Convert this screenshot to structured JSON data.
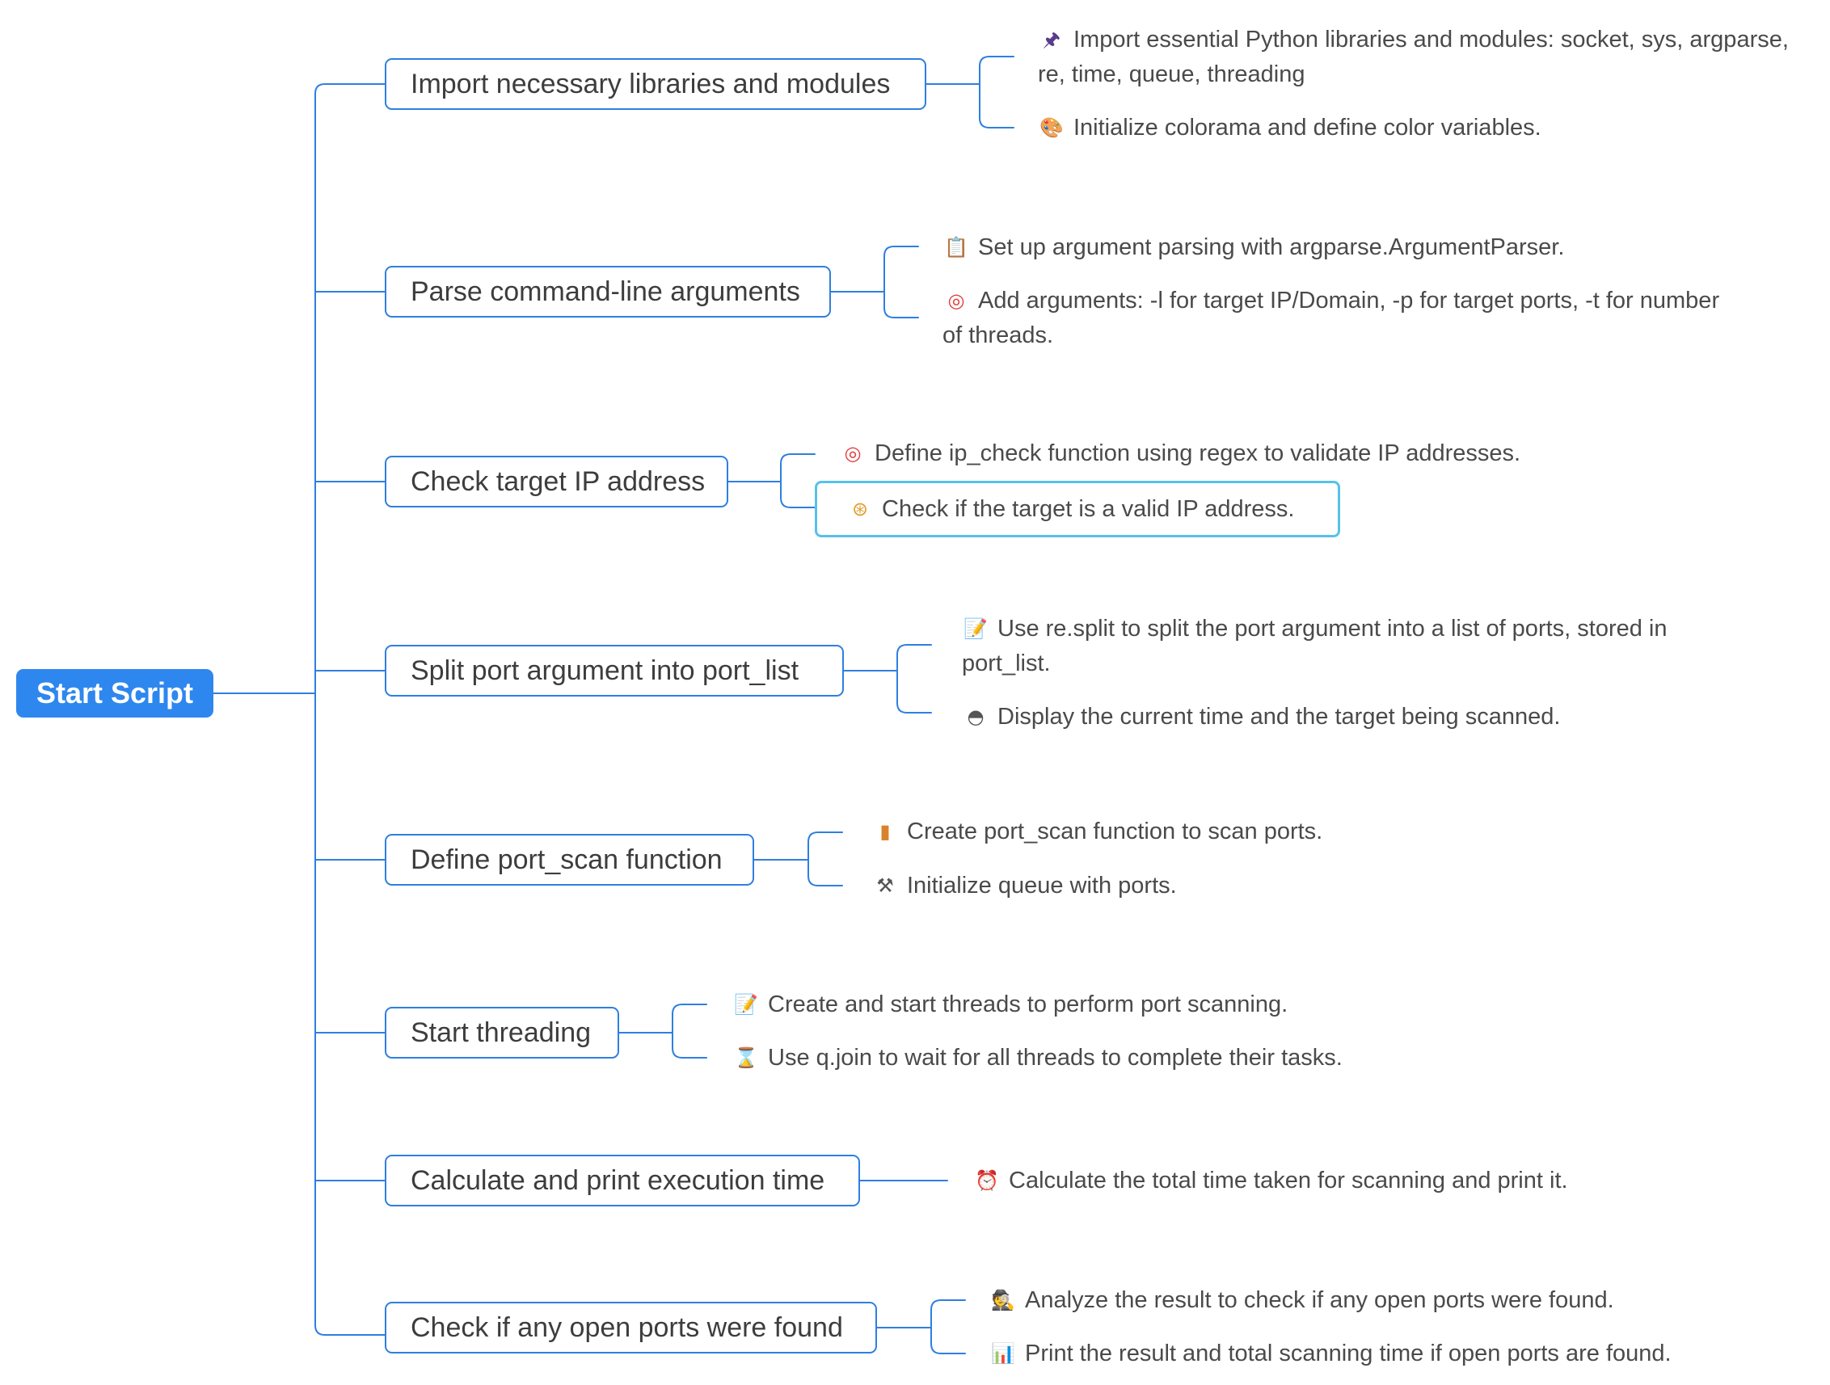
{
  "root": {
    "label": "Start Script"
  },
  "branches": [
    {
      "label": "Import necessary libraries and modules",
      "leaves": [
        {
          "icon": "pin-icon",
          "glyph": "🖈",
          "color": "#5a3b8c",
          "text": "Import essential Python libraries and modules: socket, sys, argparse, re, time, queue, threading"
        },
        {
          "icon": "palette-icon",
          "glyph": "🎨",
          "color": "#d9826c",
          "text": "Initialize colorama and define color variables."
        }
      ]
    },
    {
      "label": "Parse command-line arguments",
      "leaves": [
        {
          "icon": "clipboard-icon",
          "glyph": "📋",
          "color": "#c9893a",
          "text": "Set up argument parsing with argparse.ArgumentParser."
        },
        {
          "icon": "target-icon",
          "glyph": "◎",
          "color": "#e03c3c",
          "text": "Add arguments: -l for target IP/Domain, -p for target ports, -t for number of threads."
        }
      ]
    },
    {
      "label": "Check target IP address",
      "leaves": [
        {
          "icon": "target-icon",
          "glyph": "◎",
          "color": "#e03c3c",
          "text": "Define ip_check function using regex to validate IP addresses."
        },
        {
          "icon": "compass-icon",
          "glyph": "⊛",
          "color": "#e0a030",
          "text": "Check if the target is a valid IP address."
        }
      ]
    },
    {
      "label": "Split port argument into port_list",
      "leaves": [
        {
          "icon": "memo-icon",
          "glyph": "📝",
          "color": "#d97a3a",
          "text": "Use re.split to split the port argument into a list of ports, stored in port_list."
        },
        {
          "icon": "clock-icon",
          "glyph": "◓",
          "color": "#555555",
          "text": "Display the current time and the target being scanned."
        }
      ]
    },
    {
      "label": "Define port_scan function",
      "leaves": [
        {
          "icon": "door-icon",
          "glyph": "▮",
          "color": "#d9822b",
          "text": "Create port_scan function to scan ports."
        },
        {
          "icon": "tools-icon",
          "glyph": "⚒",
          "color": "#555555",
          "text": "Initialize queue with ports."
        }
      ]
    },
    {
      "label": "Start threading",
      "leaves": [
        {
          "icon": "notepad-icon",
          "glyph": "📝",
          "color": "#3a78c9",
          "text": "Create and start threads to perform port scanning."
        },
        {
          "icon": "hourglass-icon",
          "glyph": "⌛",
          "color": "#e0a030",
          "text": "Use q.join to wait for all threads to complete their tasks."
        }
      ]
    },
    {
      "label": "Calculate and print execution time",
      "leaves": [
        {
          "icon": "alarm-clock-icon",
          "glyph": "⏰",
          "color": "#e03c3c",
          "text": "Calculate the total time taken for scanning and print it."
        }
      ]
    },
    {
      "label": "Check if any open ports were found",
      "leaves": [
        {
          "icon": "detective-icon",
          "glyph": "🕵",
          "color": "#6a4fa3",
          "text": "Analyze the result to check if any open ports were found."
        },
        {
          "icon": "bar-chart-icon",
          "glyph": "📊",
          "color": "#3a9bd9",
          "text": "Print the result and total scanning time if open ports are found."
        }
      ]
    }
  ]
}
